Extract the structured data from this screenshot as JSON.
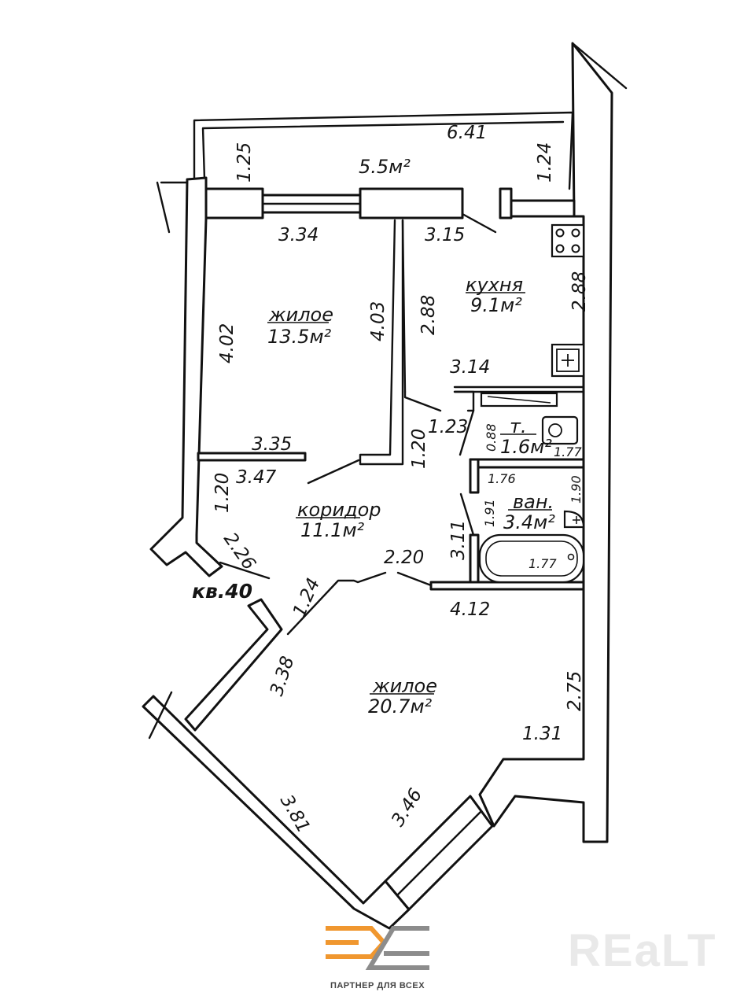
{
  "plan": {
    "apartment_label": "кв.40",
    "rooms": [
      {
        "name": "жилое",
        "area": "13.5м²"
      },
      {
        "name": "кухня",
        "area": "9.1м²"
      },
      {
        "name": "т.",
        "area": "1.6м²"
      },
      {
        "name": "ван.",
        "area": "3.4м²"
      },
      {
        "name": "коридор",
        "area": "11.1м²"
      },
      {
        "name": "жилое",
        "area": "20.7м²"
      }
    ],
    "balcony": {
      "area": "5.5м²",
      "length": "6.41",
      "side_left": "1.25",
      "side_right": "1.24"
    },
    "dimensions": {
      "room1_top": "3.34",
      "room1_left": "4.02",
      "room1_right": "4.03",
      "room1_bottom": "3.35",
      "kitchen_top": "3.15",
      "kitchen_left": "2.88",
      "kitchen_right": "2.88",
      "kitchen_bottom": "3.14",
      "corr_1_23": "1.23",
      "corr_1_20_a": "1.20",
      "corr_3_47": "3.47",
      "corr_1_20_b": "1.20",
      "corr_2_26": "2.26",
      "corr_2_20": "2.20",
      "corr_1_24": "1.24",
      "corr_3_11": "3.11",
      "wc_0_88": "0.88",
      "wc_1_77": "1.77",
      "bath_1_76": "1.76",
      "bath_1_91": "1.91",
      "bath_1_90": "1.90",
      "bath_1_77": "1.77",
      "room2_top": "4.12",
      "room2_right": "2.75",
      "room2_1_31": "1.31",
      "room2_3_38": "3.38",
      "room2_3_81": "3.81",
      "room2_3_46": "3.46"
    }
  },
  "branding": {
    "partner_tagline": "ПАРТНЕР ДЛЯ ВСЕХ",
    "watermark": "REaLT",
    "colors": {
      "orange": "#F0972F",
      "grey": "#8C8C8C",
      "watermark": "#E9E9E9"
    }
  }
}
